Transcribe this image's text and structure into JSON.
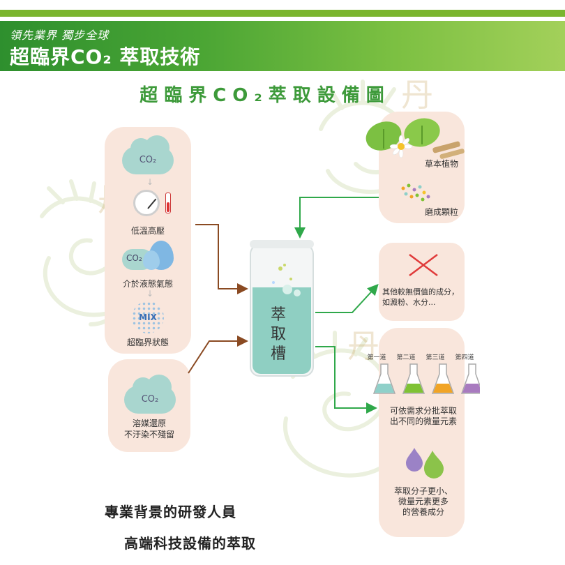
{
  "banner": {
    "subtitle": "領先業界  獨步全球",
    "title": "超臨界CO₂ 萃取技術"
  },
  "diagram_title": "超臨界CO₂萃取設備圖",
  "left_panel": {
    "cloud_label": "CO₂",
    "step1": "低溫高壓",
    "drop_label": "CO₂",
    "step2": "介於液態氣態",
    "mix_label": "MIX",
    "step3": "超臨界狀態"
  },
  "solvent_panel": {
    "cloud_label": "CO₂",
    "line1": "溶媒還原",
    "line2": "不汙染不殘留"
  },
  "tank": {
    "label": "萃取槽"
  },
  "herb_panel": {
    "label1": "草本植物",
    "label2": "磨成顆粒"
  },
  "waste_panel": {
    "line1": "其他較無價值的成分，",
    "line2": "如澱粉、水分..."
  },
  "flask_panel": {
    "flasks": [
      "第一道",
      "第二道",
      "第三道",
      "第四道"
    ],
    "flask_colors": [
      "#8fd0c9",
      "#7fc234",
      "#f1a426",
      "#a87bbf"
    ],
    "line1": "可依需求分批萃取",
    "line2": "出不同的微量元素",
    "line3": "萃取分子更小、",
    "line4": "微量元素更多",
    "line5": "的營養成分"
  },
  "watermark_char": "丹",
  "footer": {
    "line1": "專業背景的研發人員",
    "line2": "高端科技設備的萃取"
  },
  "colors": {
    "accent_green": "#3d9a3a",
    "arrow_green": "#2fa84a",
    "arrow_brown": "#8a4a22",
    "panel_bg": "#f9e6dc"
  }
}
